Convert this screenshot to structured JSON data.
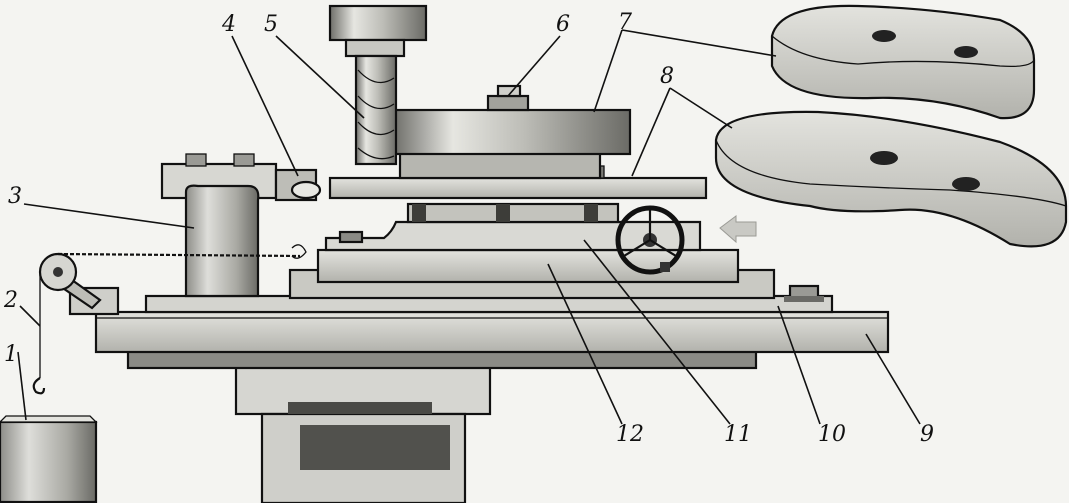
{
  "callouts": {
    "c1": "1",
    "c2": "2",
    "c3": "3",
    "c4": "4",
    "c5": "5",
    "c6": "6",
    "c7": "7",
    "c8": "8",
    "c9": "9",
    "c10": "10",
    "c11": "11",
    "c12": "12"
  },
  "parts": [
    "weight",
    "cord",
    "copier-holder",
    "copier-roller",
    "end-mill",
    "clamp-nut",
    "workpiece",
    "template",
    "machine-table",
    "intermediate-slide",
    "handwheel",
    "rotary-table"
  ],
  "colors": {
    "ink": "#111111",
    "paper": "#f4f4f1",
    "metal_light": "#d9d9d4",
    "metal_mid": "#b9b9b3",
    "metal_dark": "#7d7d78",
    "arrow": "#c9c9c4"
  },
  "icons": [
    "feed-direction-arrow-icon",
    "handwheel-icon",
    "pulley-icon",
    "hook-icon"
  ]
}
